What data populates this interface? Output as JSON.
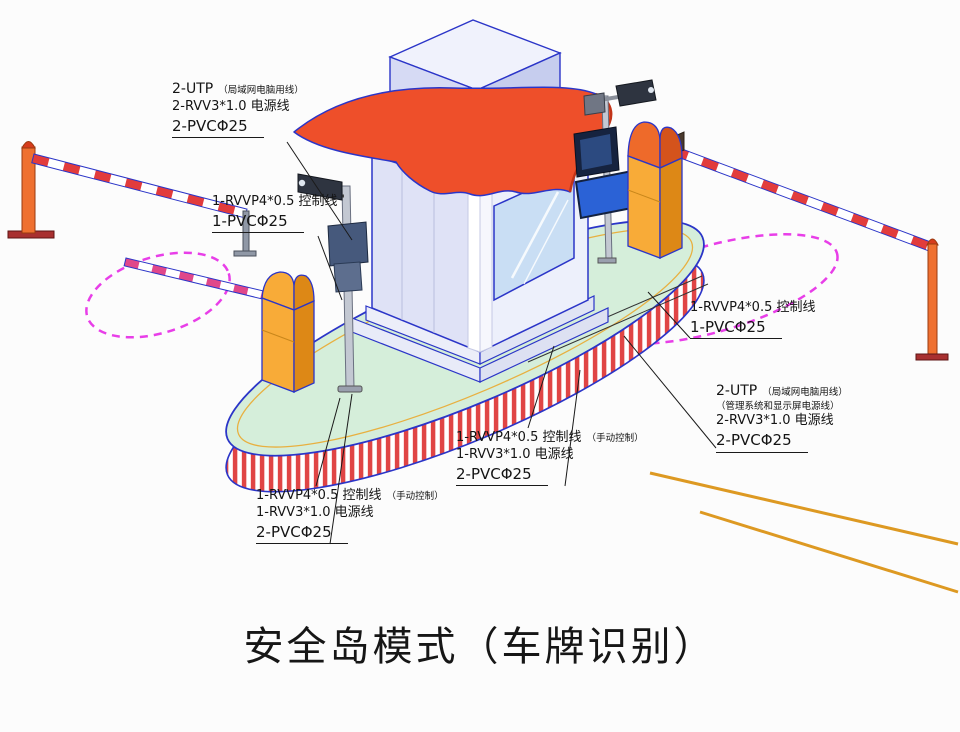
{
  "title": "安全岛模式（车牌识别）",
  "annotations": {
    "top_left": {
      "utp": "2-UTP",
      "utp_note": "（局域网电脑用线）",
      "power": "2-RVV3*1.0 电源线",
      "conduit": "2-PVCΦ25"
    },
    "left_mid": {
      "control": "1-RVVP4*0.5 控制线",
      "conduit": "1-PVCΦ25"
    },
    "right_mid": {
      "control": "1-RVVP4*0.5 控制线",
      "conduit": "1-PVCΦ25"
    },
    "right_lower": {
      "utp": "2-UTP",
      "utp_note": "（局域网电脑用线）",
      "utp_note2": "（管理系统和显示屏电源线）",
      "power": "2-RVV3*1.0 电源线",
      "conduit": "2-PVCΦ25"
    },
    "center_bottom": {
      "control": "1-RVVP4*0.5 控制线",
      "control_note": "（手动控制）",
      "power": "1-RVV3*1.0 电源线",
      "conduit": "2-PVCΦ25"
    },
    "left_bottom": {
      "control": "1-RVVP4*0.5 控制线",
      "control_note": "（手动控制）",
      "power": "1-RVV3*1.0 电源线",
      "conduit": "2-PVCΦ25"
    }
  },
  "colors": {
    "roof_red": "#ee4f2a",
    "island_green": "#d5eeda",
    "stripe_red": "#e04545",
    "cabinet_orange": "#f8ab38",
    "outline_blue": "#2b35c8",
    "marking_pink": "#e83ee8",
    "lane_yellow": "#dd9922"
  }
}
